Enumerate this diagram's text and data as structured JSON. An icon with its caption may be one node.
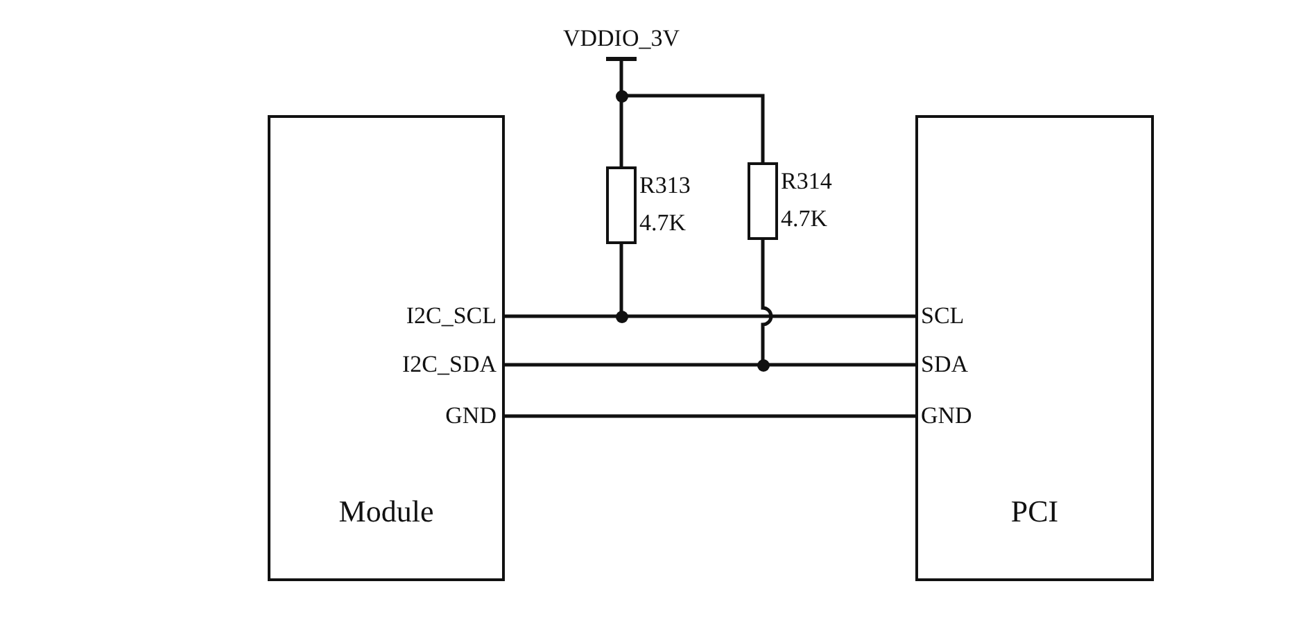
{
  "diagram": {
    "nodes": [
      {
        "text": [
          "VDDIO_3V"
        ]
      },
      {
        "text": [],
        "shape": "circle"
      },
      {
        "text": [
          "I2C_SCL",
          "I2C_SDA",
          "GND",
          "Module"
        ]
      },
      {
        "text": [],
        "shape": "box",
        "beside": [
          "R313",
          "4.7K"
        ]
      },
      {
        "text": [],
        "shape": "box",
        "beside": [
          "R314",
          "4.7K"
        ]
      },
      {
        "text": [
          "SCL",
          "SDA",
          "GND",
          "PCI"
        ]
      },
      {
        "text": [],
        "shape": "circle"
      },
      {
        "text": [],
        "shape": "circle"
      }
    ],
    "edges": [
      {
        "from": 0,
        "to": 1,
        "arrow": "none"
      },
      {
        "from": 1,
        "to": 3,
        "arrow": "none"
      },
      {
        "from": 1,
        "to": 4,
        "arrow": "none"
      },
      {
        "from": 3,
        "to": 6,
        "arrow": "none"
      },
      {
        "from": 4,
        "to": 7,
        "arrow": "none"
      },
      {
        "from": 2,
        "to": 6,
        "arrow": "none"
      },
      {
        "from": 6,
        "to": 5,
        "arrow": "none"
      },
      {
        "from": 2,
        "to": 7,
        "arrow": "none"
      },
      {
        "from": 7,
        "to": 5,
        "arrow": "none"
      },
      {
        "from": 2,
        "to": 5,
        "arrow": "none"
      }
    ]
  }
}
